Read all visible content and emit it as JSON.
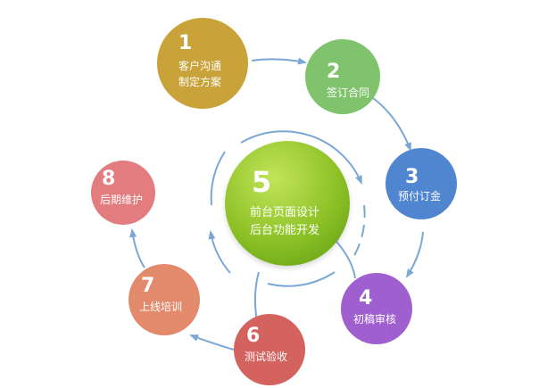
{
  "diagram": {
    "type": "cycle-process",
    "arrow_color": "#7ba7d6",
    "steps": [
      {
        "num": "1",
        "lines": [
          "客户沟通",
          "制定方案"
        ],
        "color": "#c9a23a"
      },
      {
        "num": "2",
        "lines": [
          "签订合同"
        ],
        "color": "#7fc46d"
      },
      {
        "num": "3",
        "lines": [
          "预付订金"
        ],
        "color": "#4f86cf"
      },
      {
        "num": "4",
        "lines": [
          "初稿审核"
        ],
        "color": "#a05fcf"
      },
      {
        "num": "5",
        "lines": [
          "前台页面设计",
          "后台功能开发"
        ],
        "color": "#8cc126"
      },
      {
        "num": "6",
        "lines": [
          "测试验收"
        ],
        "color": "#d4625f"
      },
      {
        "num": "7",
        "lines": [
          "上线培训"
        ],
        "color": "#e38a6c"
      },
      {
        "num": "8",
        "lines": [
          "后期维护"
        ],
        "color": "#e27c7f"
      }
    ]
  }
}
